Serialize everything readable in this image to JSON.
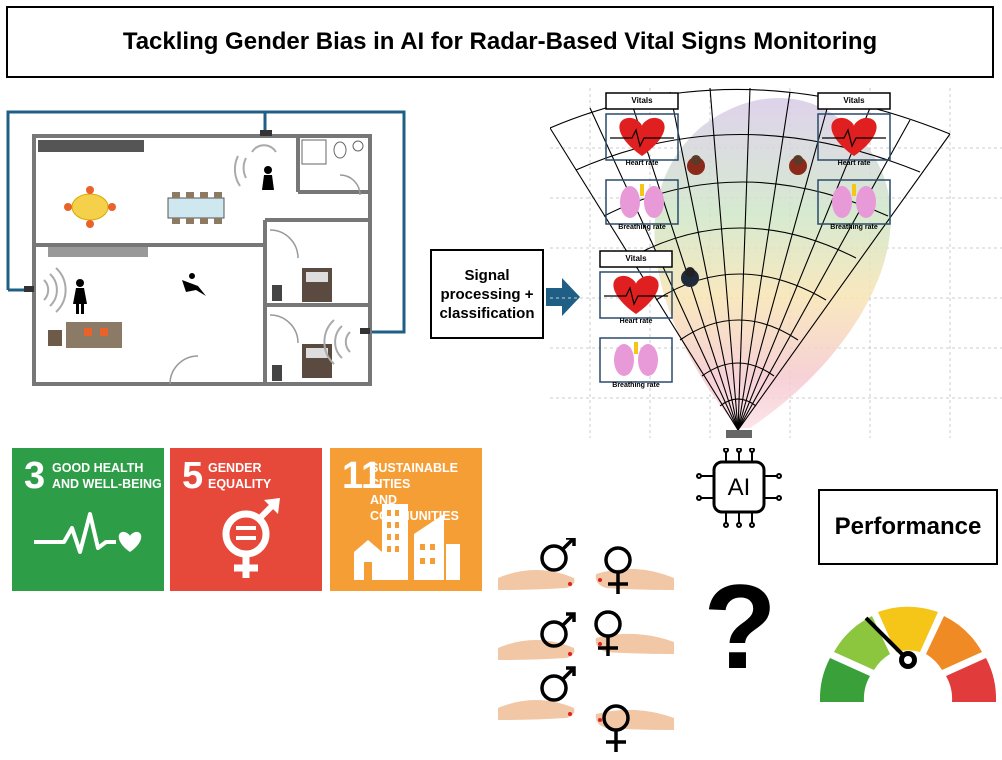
{
  "title": "Tackling Gender Bias in AI for Radar-Based Vital Signs Monitoring",
  "process_label": "Signal\nprocessing +\nclassification",
  "vitals": {
    "header": "Vitals",
    "heart_rate": "Heart rate",
    "breathing_rate": "Breathing rate"
  },
  "ai_label": "AI",
  "question_mark": "?",
  "performance_label": "Performance",
  "sdgs": [
    {
      "number": "3",
      "label": "GOOD HEALTH\nAND WELL-BEING",
      "color": "#2e9d48"
    },
    {
      "number": "5",
      "label": "GENDER\nEQUALITY",
      "color": "#e6493a"
    },
    {
      "number": "11",
      "label": "SUSTAINABLE CITIES\nAND COMMUNITIES",
      "color": "#f59e36"
    }
  ],
  "colors": {
    "radar_line": "#1f5f86",
    "heart": "#e02020",
    "lung": "#e89ad8",
    "gauge": [
      "#3aa13a",
      "#8cc63f",
      "#f5c518",
      "#f08a24",
      "#e23b3b"
    ]
  }
}
